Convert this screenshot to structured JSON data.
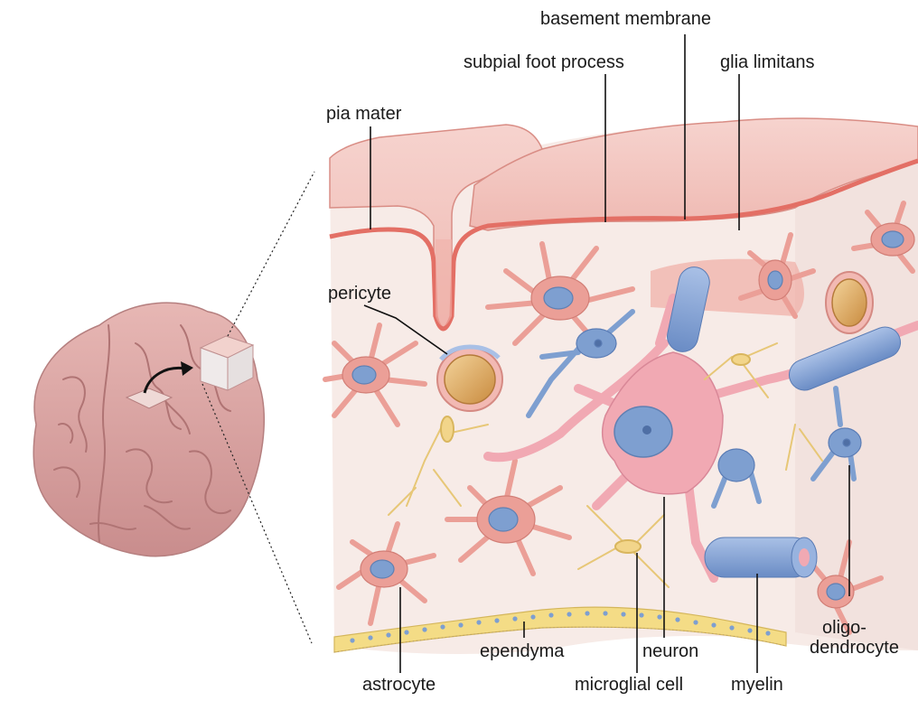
{
  "labels": {
    "basement_membrane": "basement membrane",
    "subpial_foot_process": "subpial foot process",
    "glia_limitans": "glia limitans",
    "pia_mater": "pia mater",
    "pericyte": "pericyte",
    "ependyma": "ependyma",
    "neuron": "neuron",
    "astrocyte": "astrocyte",
    "microglial_cell": "microglial cell",
    "myelin": "myelin",
    "oligo_line1": "oligo-",
    "oligo_line2": "dendrocyte"
  },
  "colors": {
    "tissue_pink": "#f3c4bf",
    "tissue_light": "#f8e7e2",
    "pia_red": "#e8857c",
    "astrocyte_pink": "#eb9f97",
    "neuron_pink": "#f1a9b3",
    "nucleus_blue": "#7e9fd0",
    "myelin_blue": "#7f9fd2",
    "microglia_yellow": "#f2d58a",
    "ependyma_yellow": "#f4dc86",
    "vessel_gold": "#d9a15a",
    "brain_pink": "#d9a1a0"
  }
}
